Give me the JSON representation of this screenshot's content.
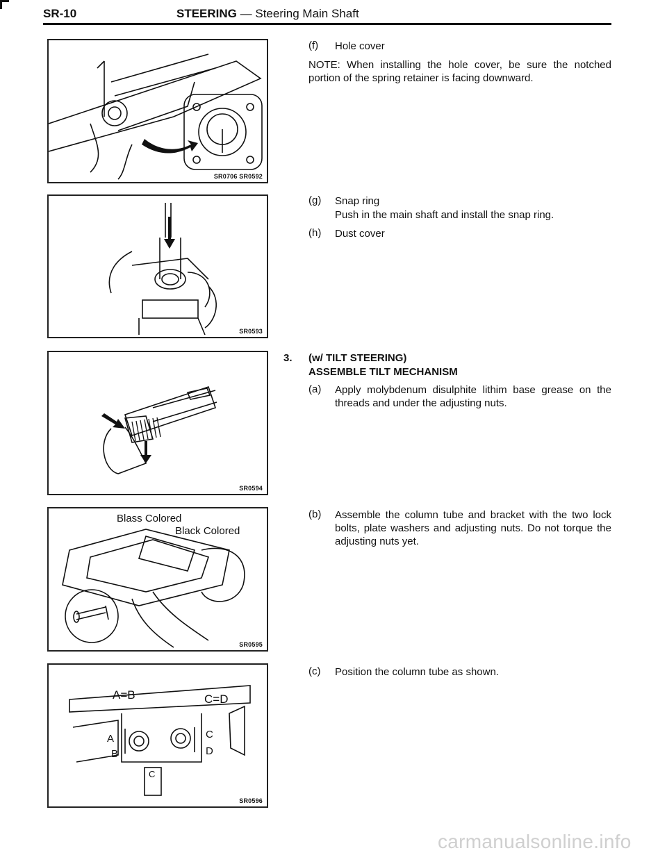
{
  "header": {
    "code": "SR-10",
    "section": "STEERING",
    "subtitle": "— Steering Main Shaft"
  },
  "figures": [
    {
      "id": "SR0706 SR0592"
    },
    {
      "id": "SR0593"
    },
    {
      "id": "SR0594"
    },
    {
      "id": "SR0595",
      "labels": [
        "Blass Colored",
        "Black Colored"
      ]
    },
    {
      "id": "SR0596",
      "labels": [
        "A=B",
        "C=D",
        "A",
        "B",
        "C",
        "D",
        "C"
      ]
    }
  ],
  "steps": {
    "f": {
      "letter": "(f)",
      "title": "Hole cover",
      "note": "NOTE:  When installing the hole cover, be sure the notched portion of the spring retainer is facing downward."
    },
    "g": {
      "letter": "(g)",
      "title": "Snap ring",
      "text": "Push in the main shaft and install the snap ring."
    },
    "h": {
      "letter": "(h)",
      "title": "Dust cover"
    },
    "s3": {
      "number": "3.",
      "line1": "(w/ TILT STEERING)",
      "line2": "ASSEMBLE TILT MECHANISM"
    },
    "a": {
      "letter": "(a)",
      "text": "Apply molybdenum disulphite lithim base grease on the threads and under the adjusting nuts."
    },
    "b": {
      "letter": "(b)",
      "text": "Assemble the column tube and bracket with the two lock bolts, plate washers and adjusting nuts. Do not torque the adjusting nuts yet."
    },
    "c": {
      "letter": "(c)",
      "text": "Position the column tube as shown."
    }
  },
  "watermark": "carmanualsonline.info"
}
